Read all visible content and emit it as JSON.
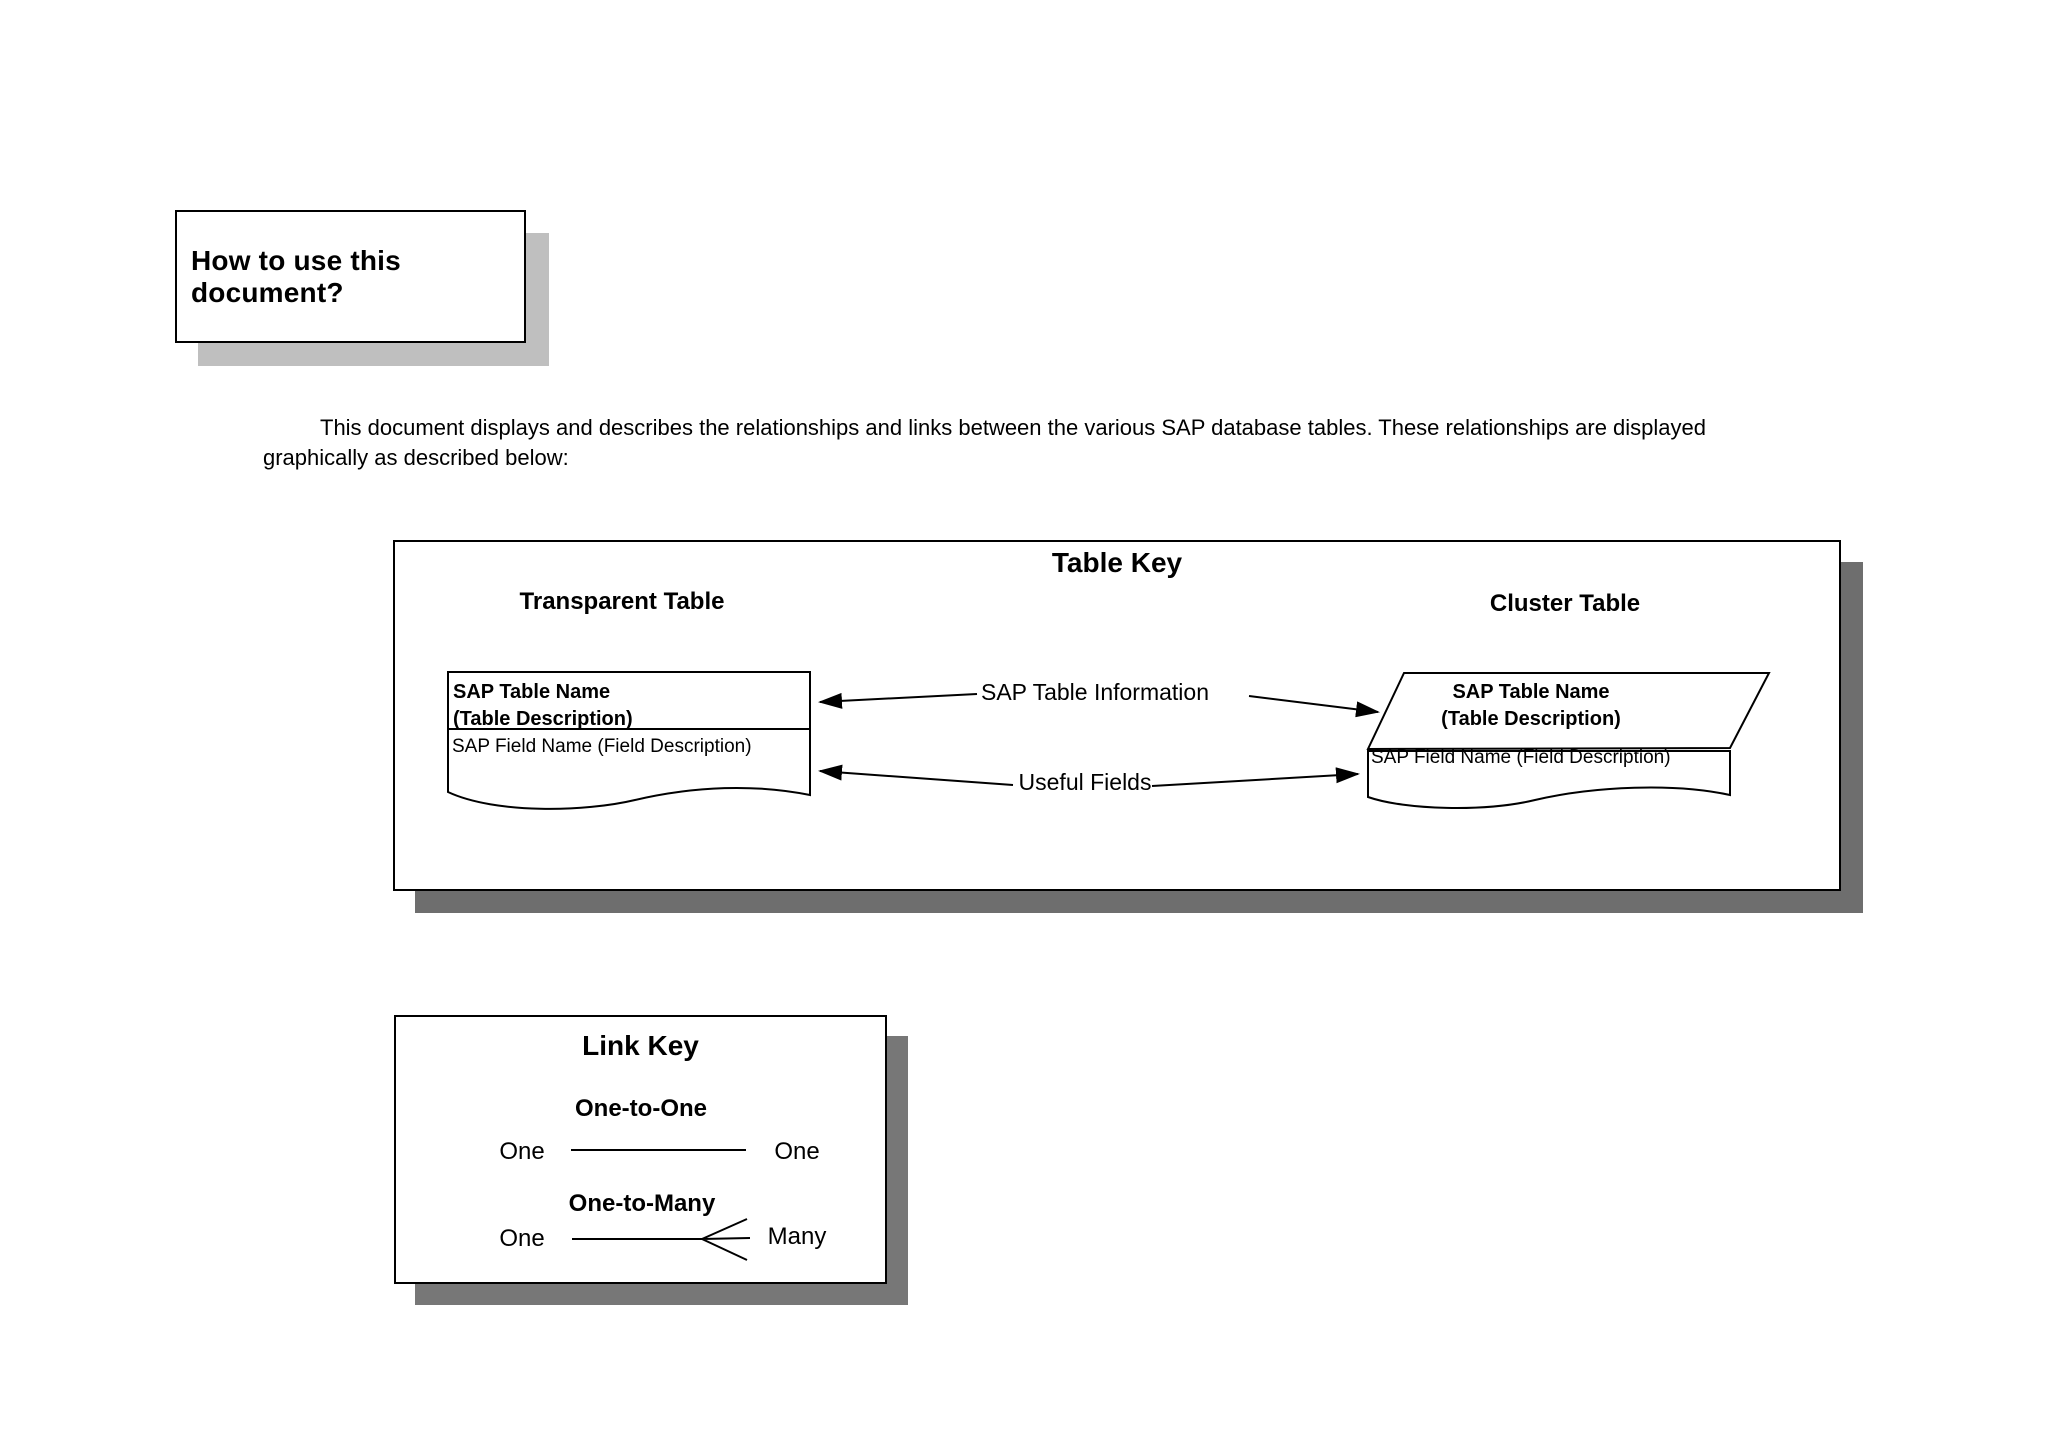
{
  "heading_box": {
    "title": "How to use this document?"
  },
  "intro": {
    "text": "This document displays and describes the relationships and links between the various SAP database tables. These relationships are displayed graphically as described below:"
  },
  "table_key": {
    "title": "Table Key",
    "transparent_label": "Transparent Table",
    "cluster_label": "Cluster Table",
    "transparent_table": {
      "name": "SAP Table Name",
      "description": "(Table Description)",
      "field": "SAP Field Name (Field Description)"
    },
    "cluster_table": {
      "name": "SAP Table Name",
      "description": "(Table Description)",
      "field": "SAP Field Name (Field Description)"
    },
    "arrow_labels": {
      "table_info": "SAP Table Information",
      "useful_fields": "Useful Fields"
    }
  },
  "link_key": {
    "title": "Link Key",
    "one_to_one": {
      "label": "One-to-One",
      "left": "One",
      "right": "One"
    },
    "one_to_many": {
      "label": "One-to-Many",
      "left": "One",
      "right": "Many"
    }
  },
  "colors": {
    "heading_shadow": "#bfbfbf",
    "panel_shadow": "#6e6e6e",
    "line": "#000000",
    "background": "#ffffff"
  }
}
